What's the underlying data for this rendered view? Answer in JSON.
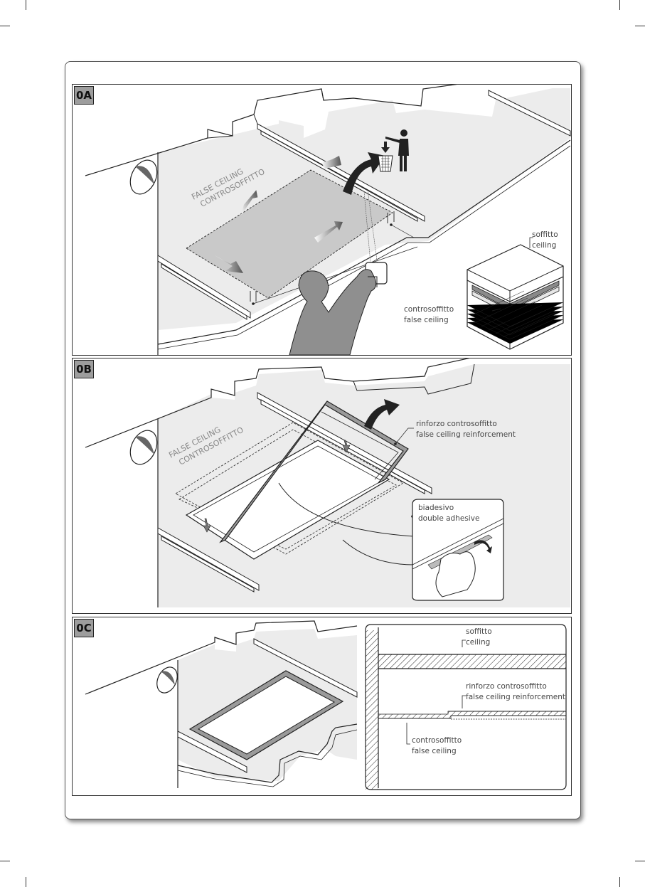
{
  "panels": [
    {
      "id": "0A",
      "rotated_text": [
        "FALSE CEILING",
        "CONTROSOFFITTO"
      ],
      "labels": {
        "ceiling_it": "soffitto",
        "ceiling_en": "ceiling",
        "false_ceiling_it": "controsoffitto",
        "false_ceiling_en": "false ceiling"
      }
    },
    {
      "id": "0B",
      "rotated_text": [
        "FALSE CEILING",
        "CONTROSOFFITTO"
      ],
      "labels": {
        "reinforcement_it": "rinforzo controsoffitto",
        "reinforcement_en": "false ceiling reinforcement",
        "adhesive_it": "biadesivo",
        "adhesive_en": "double adhesive"
      }
    },
    {
      "id": "0C",
      "labels": {
        "ceiling_it": "soffitto",
        "ceiling_en": "ceiling",
        "reinforcement_it": "rinforzo controsoffitto",
        "reinforcement_en": "false ceiling reinforcement",
        "false_ceiling_it": "controsoffitto",
        "false_ceiling_en": "false ceiling"
      }
    }
  ],
  "colors": {
    "ceiling_fill": "#ececec",
    "cutout_fill": "#c9c9c9",
    "figure_fill": "#8f8f8f",
    "tag_fill": "#9d9d9d",
    "line": "#222222"
  },
  "icons": [
    "person-icon",
    "trash-bin-icon",
    "hand-icon",
    "arrow-icon",
    "spotlight-icon"
  ]
}
